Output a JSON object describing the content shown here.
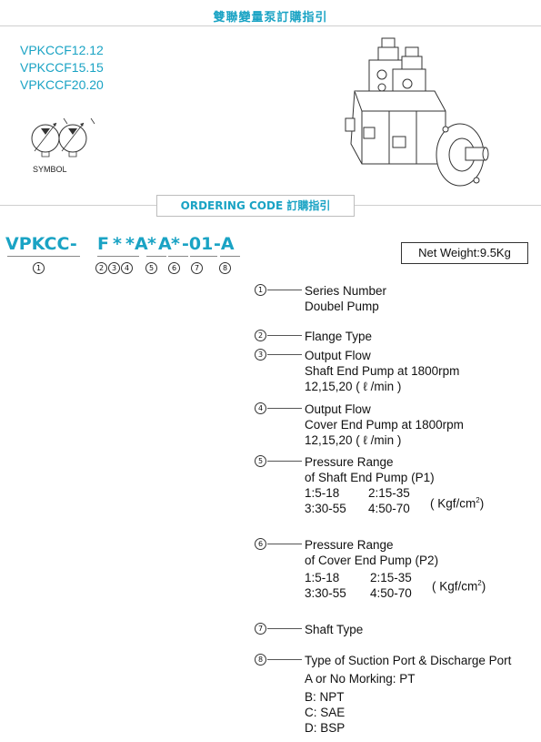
{
  "header": {
    "title": "雙聯變量泵訂購指引"
  },
  "models": [
    "VPKCCF12.12",
    "VPKCCF15.15",
    "VPKCCF20.20"
  ],
  "symbol": {
    "label": "SYMBOL"
  },
  "section": {
    "title": "ORDERING CODE 訂購指引"
  },
  "code": {
    "segments": [
      "VPKCC-",
      "F",
      "*",
      "*",
      "A",
      "*",
      "A",
      "*",
      "-01",
      "-A"
    ],
    "numbers": [
      "1",
      "2",
      "3",
      "4",
      "5",
      "6",
      "7",
      "8"
    ]
  },
  "weight": "Net Weight:9.5Kg",
  "items": [
    {
      "num": "1",
      "lines": [
        "Series Number",
        "Doubel Pump"
      ]
    },
    {
      "num": "2",
      "lines": [
        "Flange Type"
      ]
    },
    {
      "num": "3",
      "lines": [
        "Output Flow",
        " Shaft End Pump at 1800rpm",
        "12,15,20 ( ℓ /min )"
      ]
    },
    {
      "num": "4",
      "lines": [
        "Output Flow",
        "Cover End Pump at 1800rpm",
        "12,15,20 ( ℓ /min )"
      ]
    },
    {
      "num": "5",
      "lines": [
        "Pressure Range",
        "of Shaft End Pump (P1)"
      ],
      "ranges": [
        "1:5-18",
        "2:15-35",
        "3:30-55",
        "4:50-70"
      ],
      "unit": "( Kgf/cm",
      "unit_sup": "2",
      "unit_end": ")"
    },
    {
      "num": "6",
      "lines": [
        "Pressure Range",
        "of Cover End Pump (P2)"
      ],
      "ranges": [
        "1:5-18",
        "2:15-35",
        "3:30-55",
        "4:50-70"
      ],
      "unit": "( Kgf/cm",
      "unit_sup": "2",
      "unit_end": ")"
    },
    {
      "num": "7",
      "lines": [
        "Shaft Type"
      ]
    },
    {
      "num": "8",
      "lines": [
        "Type of Suction Port & Discharge Port",
        "A or No Morking: PT",
        "B: NPT",
        "C: SAE",
        "D: BSP"
      ]
    }
  ]
}
